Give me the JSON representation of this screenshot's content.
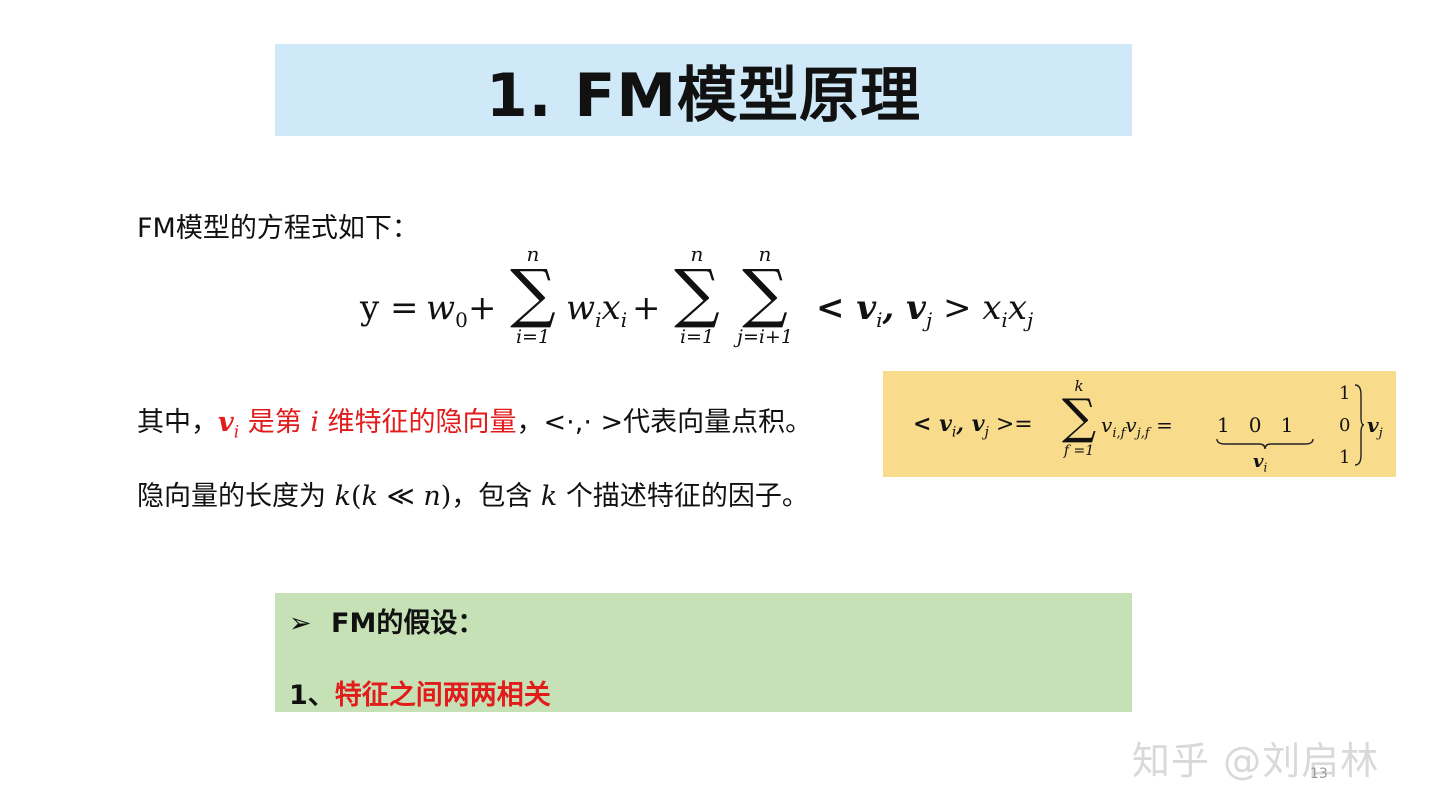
{
  "title": "1. FM模型原理",
  "intro": "FM模型的方程式如下：",
  "formula": {
    "y_eq": "y = ",
    "w0": "w",
    "w0_sub": "0",
    "plus1": " + ",
    "sum1_top": "n",
    "sum1_bot": "i=1",
    "wx": "w",
    "wx_sub": "i",
    "x1": "x",
    "x1_sub": "i",
    "plus2": " + ",
    "sum2_top": "n",
    "sum2_bot": "i=1",
    "sum3_top": "n",
    "sum3_bot": "j=i+1",
    "inner": "< v",
    "inner_sub_i": "i",
    "inner_mid": ", v",
    "inner_sub_j": "j",
    "inner_end": " > x",
    "xi_sub": "i",
    "xj": "x",
    "xj_sub": "j"
  },
  "line2": {
    "lead": "其中，",
    "v": "v",
    "v_sub": "i",
    "red_text_a": " 是第 ",
    "i": "i",
    "red_text_b": " 维特征的隐向量",
    "tail": "，<·,· >代表向量点积。"
  },
  "line3": {
    "a": "隐向量的长度为 ",
    "k1": "k",
    "paren": "(",
    "k2": "k",
    "ll": " ≪ ",
    "n": "n",
    "paren2": ")",
    "b": "，包含 ",
    "k3": "k",
    "c": " 个描述特征的因子。"
  },
  "inner_box": {
    "lhs": "< v",
    "lhs_i": "i",
    "lhs_mid": ", v",
    "lhs_j": "j",
    "lhs_end": " >=",
    "sum_top": "k",
    "sum_bot": "f =1",
    "term": "v",
    "term_sub1": "i,f",
    "term2": "v",
    "term_sub2": "j,f",
    "eq": " = ",
    "row": "1   0   1",
    "brace_label": "v",
    "brace_sub": "i",
    "col": [
      "1",
      "0",
      "1"
    ],
    "vj": "v",
    "vj_sub": "j"
  },
  "assumption": {
    "title": "FM的假设：",
    "bullet": "➢",
    "item_num": "1、",
    "item_text": "特征之间两两相关"
  },
  "watermark": "知乎 @刘启林",
  "page_number": "13",
  "colors": {
    "title_bg": "#cfe9f8",
    "formula_box_bg": "#f8db8b",
    "assumption_bg": "#c7e1b6",
    "highlight_red": "#e21b1b"
  }
}
